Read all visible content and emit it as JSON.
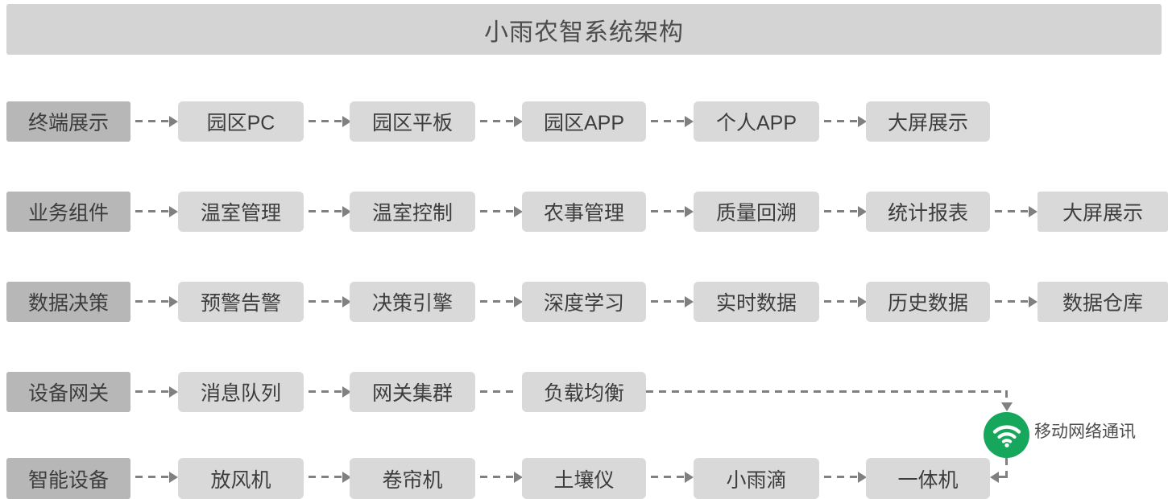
{
  "header": {
    "title": "小雨农智系统架构",
    "background": "#d4d4d4",
    "text_color": "#4d4d4d"
  },
  "theme": {
    "node_bg": "#d9d9d9",
    "label_bg": "#b7b7b7",
    "node_text": "#3d3d3d",
    "connector": "#808080",
    "accent_green": "#16a75c",
    "page_bg": "#ffffff"
  },
  "rows": [
    {
      "id": "terminal-display",
      "label": "终端展示",
      "nodes": [
        "园区PC",
        "园区平板",
        "园区APP",
        "个人APP",
        "大屏展示"
      ]
    },
    {
      "id": "business-component",
      "label": "业务组件",
      "nodes": [
        "温室管理",
        "温室控制",
        "农事管理",
        "质量回溯",
        "统计报表",
        "大屏展示"
      ]
    },
    {
      "id": "data-decision",
      "label": "数据决策",
      "nodes": [
        "预警告警",
        "决策引擎",
        "深度学习",
        "实时数据",
        "历史数据",
        "数据仓库"
      ]
    },
    {
      "id": "device-gateway",
      "label": "设备网关",
      "nodes": [
        "消息队列",
        "网关集群",
        "负载均衡"
      ]
    },
    {
      "id": "smart-device",
      "label": "智能设备",
      "nodes": [
        "放风机",
        "卷帘机",
        "土壤仪",
        "小雨滴",
        "一体机"
      ]
    }
  ],
  "annotation": {
    "icon": "wifi-icon",
    "label": "移动网络通讯",
    "color": "#16a75c"
  }
}
